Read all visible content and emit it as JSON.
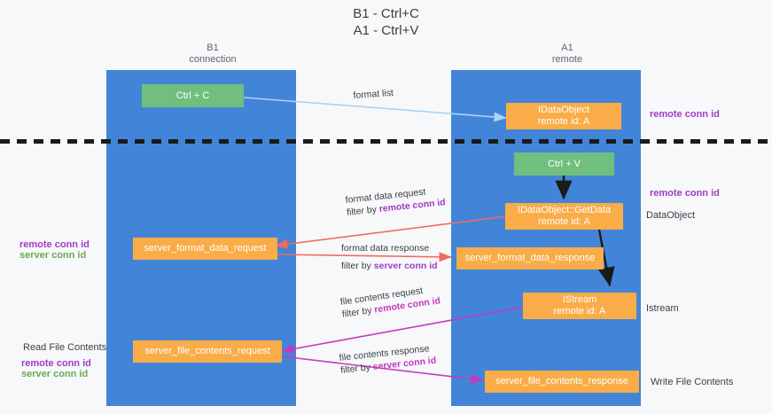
{
  "title": "B1 - Ctrl+C\nA1 - Ctrl+V",
  "lanes": [
    {
      "name": "lane-b1",
      "header": "B1\nconnection"
    },
    {
      "name": "lane-a1",
      "header": "A1\nremote"
    }
  ],
  "nodes": {
    "ctrl_c": "Ctrl + C",
    "idataobject": "IDataObject\nremote id: A",
    "ctrl_v": "Ctrl + V",
    "getdata": "IDataObject::GetData\nremote id: A",
    "server_format_data_request": "server_format_data_request",
    "server_format_data_response": "server_format_data_response",
    "istream": "IStream\nremote id: A",
    "server_file_contents_request": "server_file_contents_request",
    "server_file_contents_response": "server_file_contents_response"
  },
  "side_labels": {
    "remote_conn_id_top": "remote conn id",
    "remote_conn_id_mid": "remote conn id",
    "dataobject": "DataObject",
    "istream": "Istream",
    "write_file_contents": "Write File Contents",
    "read_file_contents": "Read File Contents",
    "left_remote_conn_id_1": "remote conn id",
    "left_server_conn_id_1": "server conn id",
    "left_remote_conn_id_2": "remote conn id",
    "left_server_conn_id_2": "server conn id"
  },
  "edges": [
    {
      "name": "format-list",
      "line1": "format list",
      "line2": "",
      "filter_prefix": "",
      "filter_emph": ""
    },
    {
      "name": "format-data-request",
      "line1": "format data request",
      "filter_prefix": "filter by ",
      "filter_emph": "remote conn id"
    },
    {
      "name": "format-data-response",
      "line1": "format data response",
      "filter_prefix": "filter by ",
      "filter_emph": "server conn id"
    },
    {
      "name": "file-contents-request",
      "line1": "file contents request",
      "filter_prefix": "filter by ",
      "filter_emph": "remote conn id"
    },
    {
      "name": "file-contents-response",
      "line1": "file contents response",
      "filter_prefix": "filter by ",
      "filter_emph": "server conn id"
    }
  ],
  "colors": {
    "lane": "#4285d8",
    "green_node": "#70bf7e",
    "orange_node": "#f9ac47",
    "purple_text": "#a23bc4",
    "green_text": "#6aa84f",
    "arrow_blue": "#aed3f0",
    "arrow_red": "#ef6b5e",
    "arrow_black": "#1a1a1a",
    "arrow_magenta": "#c23bbd",
    "background": "#f7f8fa"
  }
}
